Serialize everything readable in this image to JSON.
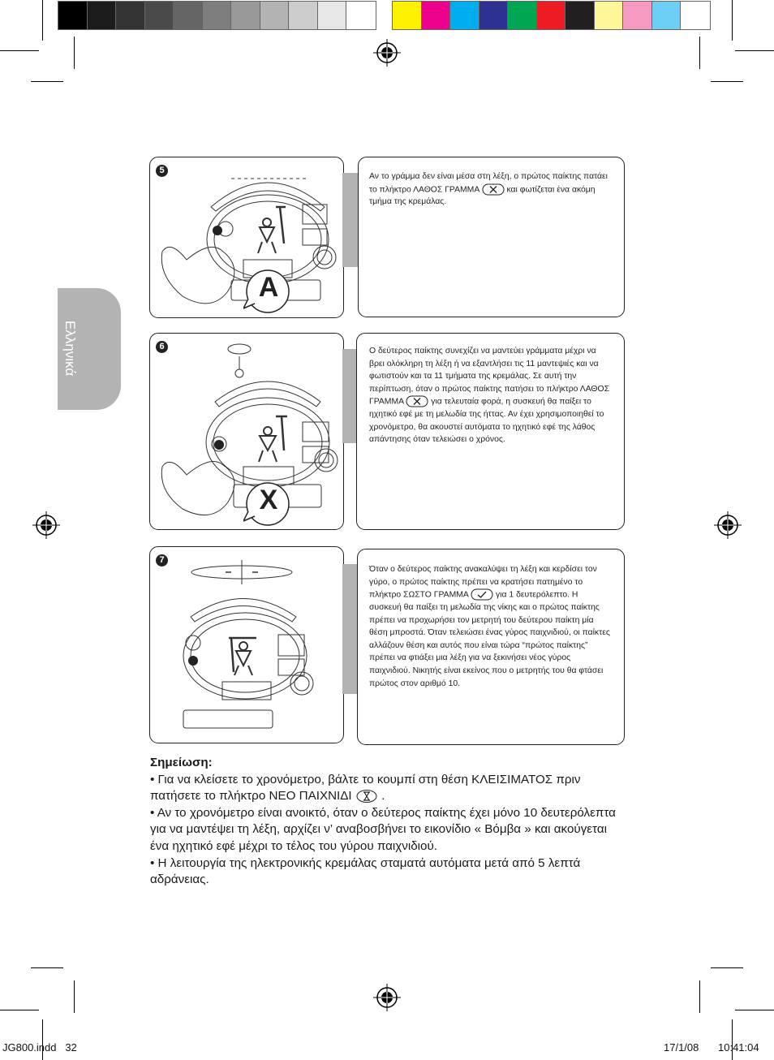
{
  "color_bar": {
    "greys": [
      "#000000",
      "#1c1c1c",
      "#333333",
      "#4a4a4a",
      "#656565",
      "#7e7e7e",
      "#999999",
      "#b3b3b3",
      "#cccccc",
      "#e6e6e6",
      "#ffffff"
    ],
    "colors": [
      "#fff200",
      "#ec008c",
      "#00aeef",
      "#2e3192",
      "#00a651",
      "#ed1c24",
      "#231f20",
      "#fff799",
      "#f49ac1",
      "#6dcff6",
      "#ffffff"
    ]
  },
  "side_tab": {
    "label": "Ελληνικά"
  },
  "steps": [
    {
      "number": "5",
      "button_letter": "A",
      "text_before": "Αν το γράμμα δεν είναι μέσα στη λέξη, ο πρώτος παίκτης πατάει το πλήκτρο ΛΑΘΟΣ ΓΡΑΜΜΑ",
      "text_after": "και φωτίζεται ένα ακόμη τμήμα της κρεμάλας."
    },
    {
      "number": "6",
      "button_letter": "X",
      "text_before": "Ο δεύτερος παίκτης συνεχίζει να μαντεύει γράμματα μέχρι να βρει ολόκληρη τη λέξη ή να εξαντλήσει τις 11 μαντεψιές και να φωτιστούν και τα 11 τμήματα της κρεμάλας. Σε αυτή την περίπτωση, όταν ο πρώτος παίκτης πατήσει το πλήκτρο ΛΑΘΟΣ ΓΡΑΜΜΑ",
      "text_after": "για τελευταία φορά, η συσκευή θα παίξει το ηχητικό εφέ με τη μελωδία της ήττας. Αν έχει χρησιμοποιηθεί το χρονόμετρο, θα ακουστεί αυτόματα το ηχητικό εφέ της λάθος απάντησης όταν τελειώσει ο χρόνος."
    },
    {
      "number": "7",
      "text_before": "Όταν ο δεύτερος παίκτης ανακαλύψει τη λέξη και κερδίσει τον γύρο, ο πρώτος παίκτης πρέπει να κρατήσει πατημένο το πλήκτρο ΣΩΣΤΟ ΓΡΑΜΜΑ",
      "text_after": "για 1 δευτερόλεπτο. Η συσκευή θα παίξει τη μελωδία της νίκης και ο πρώτος παίκτης πρέπει να προχωρήσει τον μετρητή του δεύτερου παίκτη μία θέση μπροστά. Όταν τελειώσει ένας γύρος παιχνιδιού, οι παίκτες αλλάζουν θέση και αυτός που είναι τώρα “πρώτος παίκτης” πρέπει να φτιάξει μια λέξη για να ξεκινήσει νέος γύρος παιχνιδιού. Νικητής είναι εκείνος που ο μετρητής του θα φτάσει πρώτος στον αριθμό 10."
    }
  ],
  "note": {
    "title": "Σημείωση:",
    "bullet1_before": "• Για να κλείσετε το χρονόμετρο, βάλτε το κουμπί στη θέση ΚΛΕΙΣΙΜΑΤΟΣ πριν πατήσετε το πλήκτρο ΝΕΟ ΠΑΙΧΝΙΔΙ",
    "bullet1_after": ".",
    "bullet2": "• Αν το χρονόμετρο είναι ανοικτό, όταν ο δεύτερος παίκτης έχει μόνο 10 δευτερόλεπτα για να μαντέψει τη λέξη, αρχίζει ν’ αναβοσβήνει το εικονίδιο « Βόμβα » και ακούγεται ένα ηχητικό εφέ μέχρι το τέλος του γύρου παιχνιδιού.",
    "bullet3": "• Η λειτουργία της ηλεκτρονικής κρεμάλας σταματά αυτόματα μετά από 5 λεπτά αδράνειας."
  },
  "footer": {
    "file": "JG800.indd   32",
    "date": "17/1/08",
    "time": "10:41:04"
  }
}
